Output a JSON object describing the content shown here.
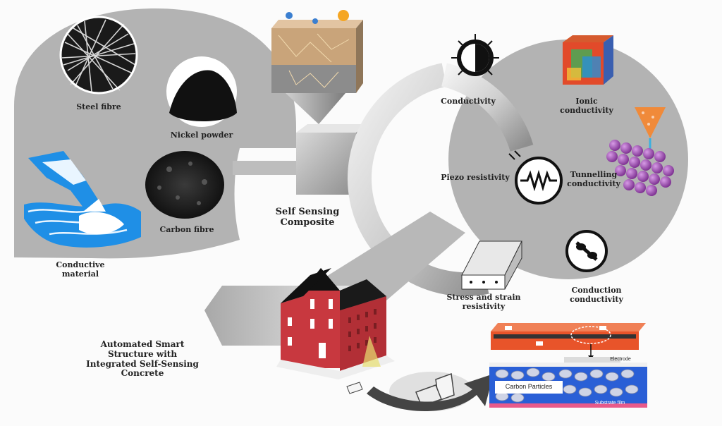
{
  "materials": {
    "steel_fibre": "Steel fibre",
    "nickel_powder": "Nickel powder",
    "carbon_fibre": "Carbon fibre",
    "conductive_material": "Conductive\nmaterial"
  },
  "center": {
    "composite": "Self Sensing\nComposite"
  },
  "mechanisms": {
    "conductivity": "Conductivity",
    "ionic": "Ionic\nconductivity",
    "piezo": "Piezo resistivity",
    "tunnelling": "Tunnelling\nconductivity",
    "conduction": "Conduction\nconductivity",
    "stress_strain": "Stress and strain\nresistivity"
  },
  "structure": {
    "caption": "Automated Smart\nStructure with\nIntegrated Self-Sensing\nConcrete"
  },
  "inset": {
    "electrode": "Electrode",
    "carbon_particles": "Carbon Particles",
    "substrate": "Substrate film"
  },
  "colors": {
    "panel_gray": "#b3b3b3",
    "building_red": "#c8383f",
    "inset_orange": "#e8542a",
    "inset_blue": "#2a5fd6"
  }
}
